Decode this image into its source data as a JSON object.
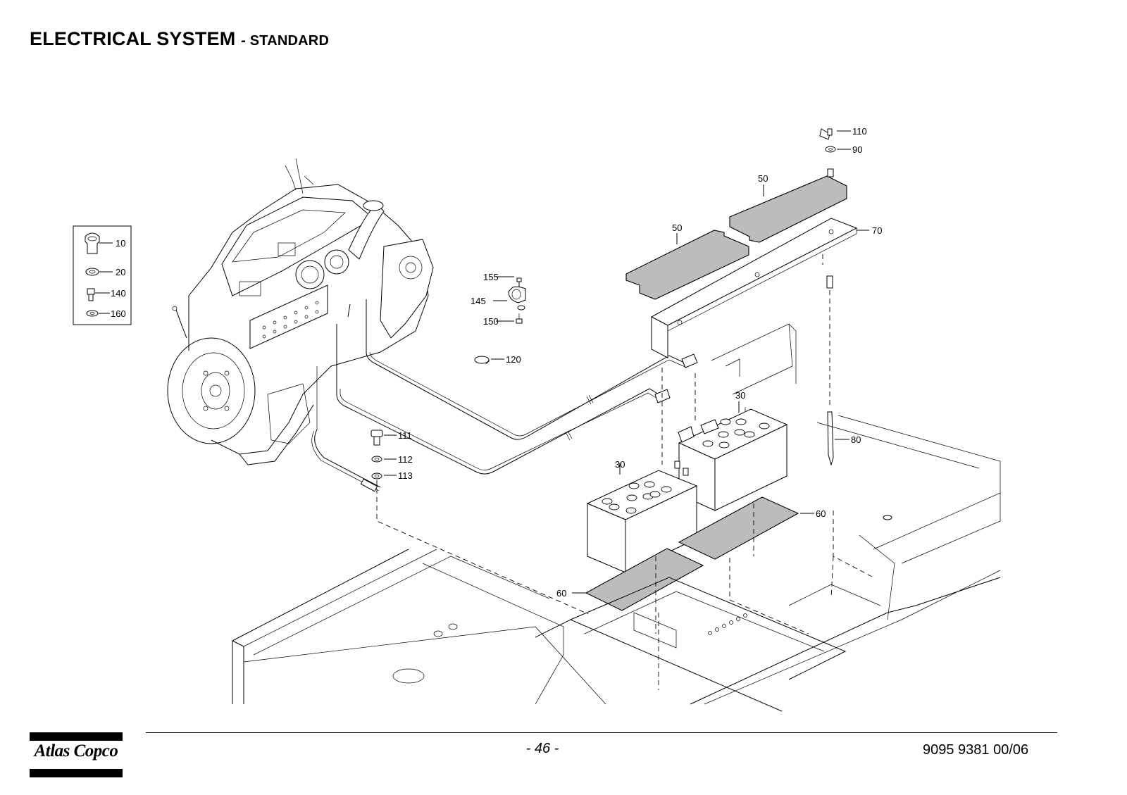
{
  "header": {
    "title": "ELECTRICAL SYSTEM",
    "subtitle": "- STANDARD"
  },
  "callouts": {
    "c10": "10",
    "c20": "20",
    "c140": "140",
    "c160": "160",
    "c110": "110",
    "c90": "90",
    "c50a": "50",
    "c50b": "50",
    "c70": "70",
    "c155": "155",
    "c145": "145",
    "c150": "150",
    "c120": "120",
    "c111": "111",
    "c112": "112",
    "c113": "113",
    "c30a": "30",
    "c30b": "30",
    "c80": "80",
    "c60a": "60",
    "c60b": "60"
  },
  "footer": {
    "page_number": "- 46 -",
    "doc_number": "9095 9381 00/06"
  },
  "logo": {
    "text": "Atlas Copco",
    "color": "#000000"
  }
}
